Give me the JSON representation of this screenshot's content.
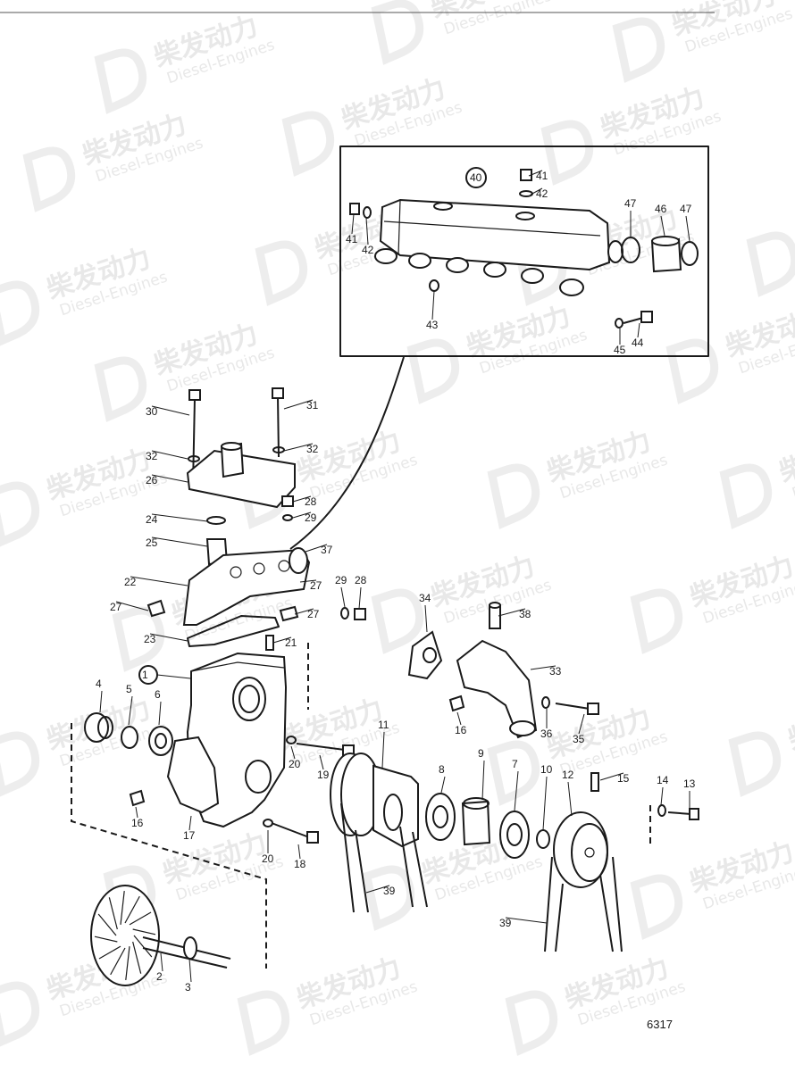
{
  "watermark": {
    "brand": "柴发动力",
    "subtitle": "Diesel-Engines"
  },
  "drawing_number": "6317",
  "callouts": [
    "1",
    "2",
    "3",
    "4",
    "5",
    "6",
    "7",
    "8",
    "9",
    "10",
    "11",
    "12",
    "13",
    "14",
    "15",
    "16",
    "16",
    "17",
    "18",
    "19",
    "20",
    "20",
    "21",
    "22",
    "23",
    "24",
    "25",
    "26",
    "27",
    "27",
    "27",
    "28",
    "28",
    "29",
    "29",
    "30",
    "31",
    "32",
    "32",
    "33",
    "34",
    "35",
    "36",
    "37",
    "38",
    "39",
    "39",
    "40",
    "41",
    "41",
    "42",
    "42",
    "43",
    "44",
    "45",
    "46",
    "47",
    "47"
  ]
}
